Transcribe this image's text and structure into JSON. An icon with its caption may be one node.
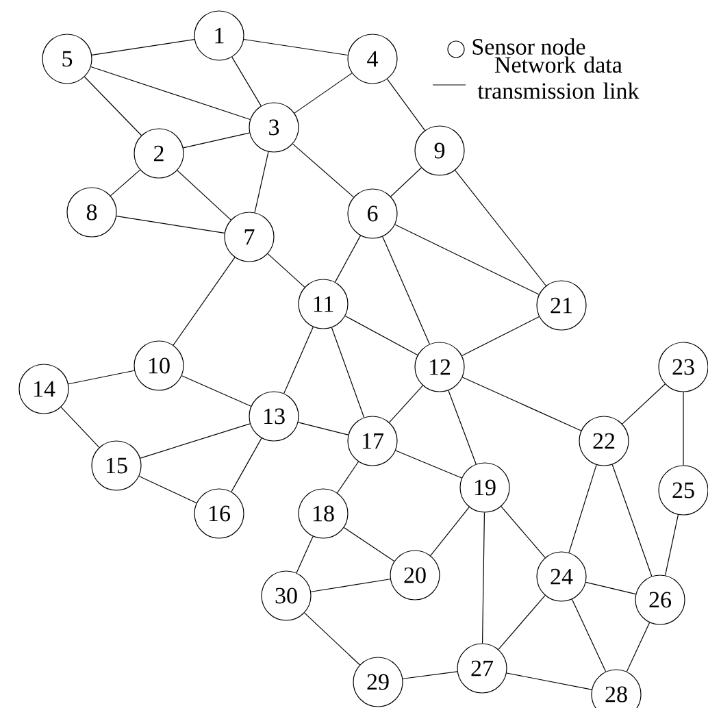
{
  "diagram": {
    "nodes": [
      {
        "text": [
          "1"
        ]
      },
      {
        "text": [
          "2"
        ]
      },
      {
        "text": [
          "3"
        ]
      },
      {
        "text": [
          "4"
        ]
      },
      {
        "text": [
          "5"
        ]
      },
      {
        "text": [
          "6"
        ]
      },
      {
        "text": [
          "7"
        ]
      },
      {
        "text": [
          "8"
        ]
      },
      {
        "text": [
          "9"
        ]
      },
      {
        "text": [
          "10"
        ]
      },
      {
        "text": [
          "11"
        ]
      },
      {
        "text": [
          "12"
        ]
      },
      {
        "text": [
          "13"
        ]
      },
      {
        "text": [
          "14"
        ]
      },
      {
        "text": [
          "15"
        ]
      },
      {
        "text": [
          "16"
        ]
      },
      {
        "text": [
          "17"
        ]
      },
      {
        "text": [
          "18"
        ]
      },
      {
        "text": [
          "19"
        ]
      },
      {
        "text": [
          "20"
        ]
      },
      {
        "text": [
          "21"
        ]
      },
      {
        "text": [
          "22"
        ]
      },
      {
        "text": [
          "23"
        ]
      },
      {
        "text": [
          "24"
        ]
      },
      {
        "text": [
          "25"
        ]
      },
      {
        "text": [
          "26"
        ]
      },
      {
        "text": [
          "27"
        ]
      },
      {
        "text": [
          "28"
        ]
      },
      {
        "text": [
          "29"
        ]
      },
      {
        "text": [
          "30"
        ]
      }
    ],
    "edges": [
      {
        "from": 4,
        "to": 0,
        "arrow": "none"
      },
      {
        "from": 0,
        "to": 3,
        "arrow": "none"
      },
      {
        "from": 0,
        "to": 2,
        "arrow": "none"
      },
      {
        "from": 4,
        "to": 2,
        "arrow": "none"
      },
      {
        "from": 4,
        "to": 1,
        "arrow": "none"
      },
      {
        "from": 1,
        "to": 2,
        "arrow": "none"
      },
      {
        "from": 3,
        "to": 2,
        "arrow": "none"
      },
      {
        "from": 3,
        "to": 8,
        "arrow": "none"
      },
      {
        "from": 2,
        "to": 5,
        "arrow": "none"
      },
      {
        "from": 2,
        "to": 6,
        "arrow": "none"
      },
      {
        "from": 1,
        "to": 6,
        "arrow": "none"
      },
      {
        "from": 1,
        "to": 7,
        "arrow": "none"
      },
      {
        "from": 7,
        "to": 6,
        "arrow": "none"
      },
      {
        "from": 8,
        "to": 5,
        "arrow": "none"
      },
      {
        "from": 8,
        "to": 20,
        "arrow": "none"
      },
      {
        "from": 5,
        "to": 20,
        "arrow": "none"
      },
      {
        "from": 5,
        "to": 10,
        "arrow": "none"
      },
      {
        "from": 5,
        "to": 11,
        "arrow": "none"
      },
      {
        "from": 6,
        "to": 10,
        "arrow": "none"
      },
      {
        "from": 6,
        "to": 9,
        "arrow": "none"
      },
      {
        "from": 10,
        "to": 11,
        "arrow": "none"
      },
      {
        "from": 10,
        "to": 12,
        "arrow": "none"
      },
      {
        "from": 10,
        "to": 16,
        "arrow": "none"
      },
      {
        "from": 11,
        "to": 20,
        "arrow": "none"
      },
      {
        "from": 9,
        "to": 13,
        "arrow": "none"
      },
      {
        "from": 9,
        "to": 12,
        "arrow": "none"
      },
      {
        "from": 13,
        "to": 14,
        "arrow": "none"
      },
      {
        "from": 12,
        "to": 14,
        "arrow": "none"
      },
      {
        "from": 12,
        "to": 15,
        "arrow": "none"
      },
      {
        "from": 14,
        "to": 15,
        "arrow": "none"
      },
      {
        "from": 12,
        "to": 16,
        "arrow": "none"
      },
      {
        "from": 11,
        "to": 16,
        "arrow": "none"
      },
      {
        "from": 11,
        "to": 18,
        "arrow": "none"
      },
      {
        "from": 11,
        "to": 21,
        "arrow": "none"
      },
      {
        "from": 21,
        "to": 22,
        "arrow": "none"
      },
      {
        "from": 22,
        "to": 24,
        "arrow": "none"
      },
      {
        "from": 16,
        "to": 18,
        "arrow": "none"
      },
      {
        "from": 16,
        "to": 17,
        "arrow": "none"
      },
      {
        "from": 17,
        "to": 19,
        "arrow": "none"
      },
      {
        "from": 17,
        "to": 29,
        "arrow": "none"
      },
      {
        "from": 18,
        "to": 19,
        "arrow": "none"
      },
      {
        "from": 18,
        "to": 23,
        "arrow": "none"
      },
      {
        "from": 18,
        "to": 26,
        "arrow": "none"
      },
      {
        "from": 21,
        "to": 23,
        "arrow": "none"
      },
      {
        "from": 21,
        "to": 25,
        "arrow": "none"
      },
      {
        "from": 24,
        "to": 25,
        "arrow": "none"
      },
      {
        "from": 23,
        "to": 25,
        "arrow": "none"
      },
      {
        "from": 23,
        "to": 26,
        "arrow": "none"
      },
      {
        "from": 23,
        "to": 27,
        "arrow": "none"
      },
      {
        "from": 25,
        "to": 27,
        "arrow": "none"
      },
      {
        "from": 29,
        "to": 19,
        "arrow": "none"
      },
      {
        "from": 29,
        "to": 28,
        "arrow": "none"
      },
      {
        "from": 28,
        "to": 26,
        "arrow": "none"
      },
      {
        "from": 26,
        "to": 27,
        "arrow": "none"
      }
    ],
    "legend": [
      {
        "text": "Sensor node"
      },
      {
        "text": "Network data transmission link"
      }
    ]
  }
}
